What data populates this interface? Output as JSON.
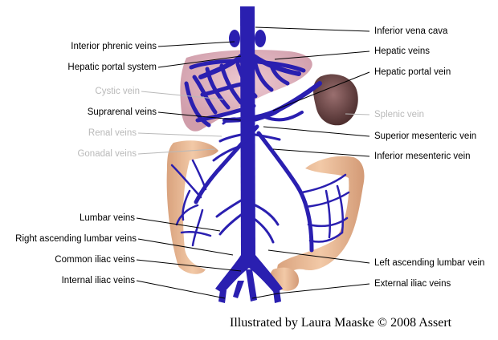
{
  "labels_left": [
    {
      "id": "interior-phrenic",
      "text": "Interior phrenic veins",
      "faded": false
    },
    {
      "id": "hepatic-portal-system",
      "text": "Hepatic portal system",
      "faded": false
    },
    {
      "id": "cystic",
      "text": "Cystic vein",
      "faded": true
    },
    {
      "id": "suprarenal",
      "text": "Suprarenal veins",
      "faded": false
    },
    {
      "id": "renal",
      "text": "Renal veins",
      "faded": true
    },
    {
      "id": "gonadal",
      "text": "Gonadal veins",
      "faded": true
    },
    {
      "id": "lumbar",
      "text": "Lumbar veins",
      "faded": false
    },
    {
      "id": "right-asc-lumbar",
      "text": "Right ascending lumbar veins",
      "faded": false
    },
    {
      "id": "common-iliac",
      "text": "Common iliac veins",
      "faded": false
    },
    {
      "id": "internal-iliac",
      "text": "Internal iliac veins",
      "faded": false
    }
  ],
  "labels_right": [
    {
      "id": "ivc",
      "text": "Inferior vena cava",
      "faded": false
    },
    {
      "id": "hepatic",
      "text": "Hepatic veins",
      "faded": false
    },
    {
      "id": "hepatic-portal",
      "text": "Hepatic portal vein",
      "faded": false
    },
    {
      "id": "splenic",
      "text": "Splenic vein",
      "faded": true
    },
    {
      "id": "sup-mesenteric",
      "text": "Superior mesenteric vein",
      "faded": false
    },
    {
      "id": "inf-mesenteric",
      "text": "Inferior mesenteric vein",
      "faded": false
    },
    {
      "id": "left-asc-lumbar",
      "text": "Left ascending lumbar vein",
      "faded": false
    },
    {
      "id": "external-iliac",
      "text": "External iliac veins",
      "faded": false
    }
  ],
  "credit": "Illustrated by Laura Maaske © 2008 Assert",
  "colors": {
    "vein": "#2a1fb0",
    "vein_dark": "#1a1290",
    "liver": "#c98a9a",
    "spleen": "#6e4a4a",
    "colon": "#e0b090",
    "leader": "#000000",
    "faded_text": "#b9b9b9"
  }
}
